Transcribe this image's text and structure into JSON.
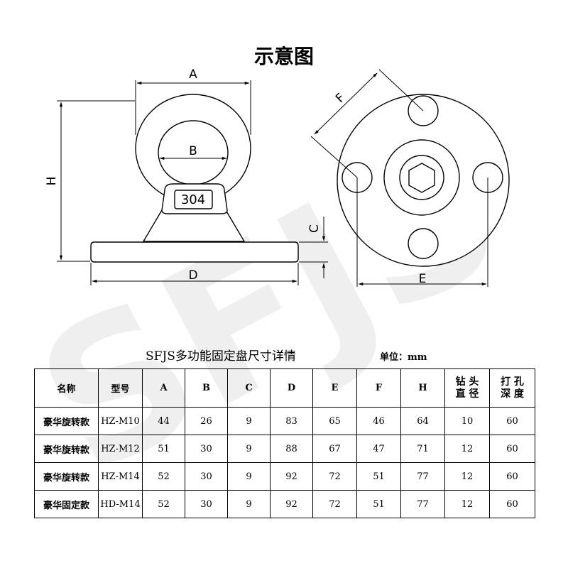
{
  "title": "示意图",
  "watermark": "SFJS",
  "diagram_labels": {
    "A": "A",
    "B": "B",
    "C": "C",
    "D": "D",
    "E": "E",
    "F": "F",
    "H": "H",
    "material": "304"
  },
  "table_caption": "SFJS多功能固定盘尺寸详情",
  "unit": "单位：mm",
  "table": {
    "headers": [
      "名称",
      "型号",
      "A",
      "B",
      "C",
      "D",
      "E",
      "F",
      "H",
      "钻 头 直 径",
      "打 孔 深 度"
    ],
    "rows": [
      [
        "豪华旋转款",
        "HZ-M10",
        "44",
        "26",
        "9",
        "83",
        "65",
        "46",
        "64",
        "10",
        "60"
      ],
      [
        "豪华旋转款",
        "HZ-M12",
        "51",
        "30",
        "9",
        "88",
        "67",
        "47",
        "71",
        "12",
        "60"
      ],
      [
        "豪华旋转款",
        "HZ-M14",
        "52",
        "30",
        "9",
        "92",
        "72",
        "51",
        "77",
        "12",
        "60"
      ],
      [
        "豪华固定款",
        "HD-M14",
        "52",
        "30",
        "9",
        "92",
        "72",
        "51",
        "77",
        "12",
        "60"
      ]
    ]
  }
}
